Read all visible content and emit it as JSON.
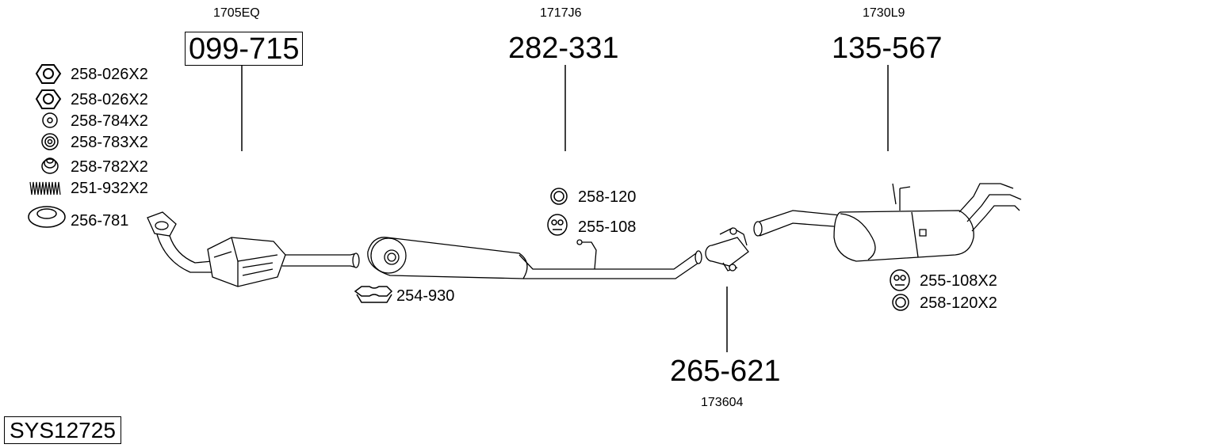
{
  "system_code": "SYS12725",
  "parts": [
    {
      "code": "099-715",
      "ref": "1705EQ"
    },
    {
      "code": "282-331",
      "ref": "1717J6"
    },
    {
      "code": "135-567",
      "ref": "1730L9"
    },
    {
      "code": "265-621",
      "ref": "173604"
    }
  ],
  "accessories_left": [
    {
      "label": "258-026X2",
      "icon": "hex-nut-icon"
    },
    {
      "label": "258-026X2",
      "icon": "hex-nut-icon"
    },
    {
      "label": "258-784X2",
      "icon": "washer-icon"
    },
    {
      "label": "258-783X2",
      "icon": "spring-washer-icon"
    },
    {
      "label": "258-782X2",
      "icon": "stud-icon"
    },
    {
      "label": "251-932X2",
      "icon": "spring-icon"
    },
    {
      "label": "256-781",
      "icon": "gasket-ring-icon"
    }
  ],
  "accessories_mid": [
    {
      "label": "258-120",
      "icon": "rubber-ring-icon"
    },
    {
      "label": "255-108",
      "icon": "rubber-mount-icon"
    },
    {
      "label": "254-930",
      "icon": "clamp-icon"
    }
  ],
  "accessories_right": [
    {
      "label": "255-108X2",
      "icon": "rubber-mount-icon"
    },
    {
      "label": "258-120X2",
      "icon": "rubber-ring-icon"
    }
  ]
}
